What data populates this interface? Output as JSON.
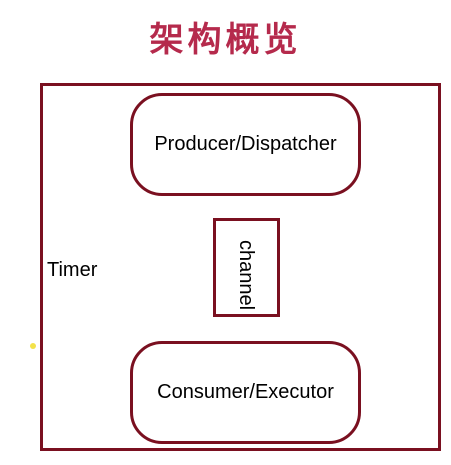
{
  "title": "架构概览",
  "timer": {
    "label": "Timer"
  },
  "producer": {
    "label": "Producer/Dispatcher"
  },
  "channel": {
    "label": "channel"
  },
  "consumer": {
    "label": "Consumer/Executor"
  },
  "colors": {
    "title": "#b52a4c",
    "border": "#7a1020",
    "text": "#000000"
  }
}
